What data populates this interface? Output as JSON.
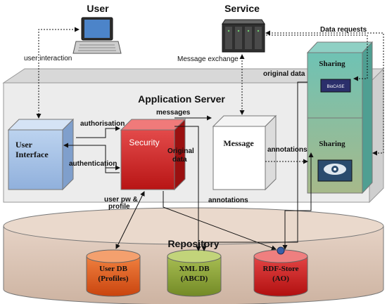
{
  "actors": {
    "user": "User",
    "service": "Service"
  },
  "server": {
    "title": "Application Server"
  },
  "repository": {
    "title": "Repository"
  },
  "boxes": {
    "user_interface": [
      "User",
      "Interface"
    ],
    "security": "Security",
    "original_data": [
      "Original",
      "data"
    ],
    "message": "Message",
    "sharing_top": "Sharing",
    "sharing_bottom": "Sharing",
    "biocase_logo": "BioCASE"
  },
  "cylinders": {
    "user_db": [
      "User DB",
      "(Profiles)"
    ],
    "xml_db": [
      "XML DB",
      "(ABCD)"
    ],
    "rdf_store": [
      "RDF-Store",
      "(AO)"
    ]
  },
  "labels": {
    "user_interaction": "user interaction",
    "message_exchange": "Message exchange",
    "data_requests": "Data requests",
    "original_data": "original data",
    "messages": "messages",
    "authorisation": "authorisation",
    "authentication": "authentication",
    "annotations_right": "annotations",
    "annotations_bottom": "annotations",
    "user_pw_profile": [
      "user pw &",
      "profile"
    ]
  },
  "colors": {
    "security": "#d52a2a",
    "user_interface": "#a9c4e6",
    "sharing": "#5fb5a8",
    "user_db": "#e35d1e",
    "xml_db": "#8ba33a",
    "rdf_store": "#d21c1c",
    "repository": "#dcc6b6"
  }
}
